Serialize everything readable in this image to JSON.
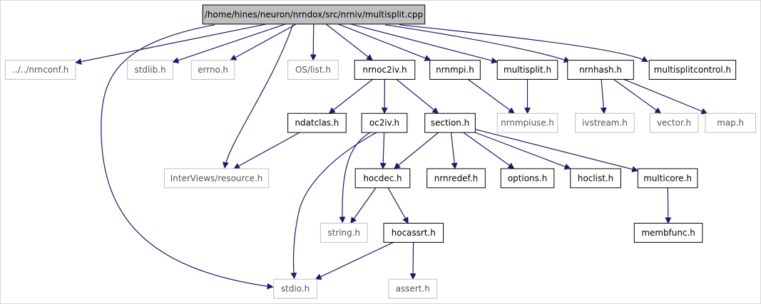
{
  "page": {
    "title": ""
  },
  "colors": {
    "background": "#ffffff",
    "edge": "#191970",
    "internal_border": "#000000",
    "external_border": "#bfbfbf",
    "root_fill": "#bfbfbf",
    "internal_text": "#000000",
    "external_text": "#555555"
  },
  "nodes": [
    {
      "id": "root",
      "label": "/home/hines/neuron/nrndox/src/nrniv/multisplit.cpp",
      "kind": "root"
    },
    {
      "id": "nrnconf",
      "label": "../../nrnconf.h",
      "kind": "external"
    },
    {
      "id": "stdlib",
      "label": "stdlib.h",
      "kind": "external"
    },
    {
      "id": "errno",
      "label": "errno.h",
      "kind": "external"
    },
    {
      "id": "oslist",
      "label": "OS/list.h",
      "kind": "external"
    },
    {
      "id": "nrnoc2iv",
      "label": "nrnoc2iv.h",
      "kind": "internal"
    },
    {
      "id": "nrnmpi",
      "label": "nrnmpi.h",
      "kind": "internal"
    },
    {
      "id": "multisplit",
      "label": "multisplit.h",
      "kind": "internal"
    },
    {
      "id": "nrnhash",
      "label": "nrnhash.h",
      "kind": "internal"
    },
    {
      "id": "msctl",
      "label": "multisplitcontrol.h",
      "kind": "internal"
    },
    {
      "id": "ndatclas",
      "label": "ndatclas.h",
      "kind": "internal"
    },
    {
      "id": "oc2iv",
      "label": "oc2iv.h",
      "kind": "internal"
    },
    {
      "id": "section",
      "label": "section.h",
      "kind": "internal"
    },
    {
      "id": "nrnmpiuse",
      "label": "nrnmpiuse.h",
      "kind": "external"
    },
    {
      "id": "ivstream",
      "label": "ivstream.h",
      "kind": "external"
    },
    {
      "id": "vector",
      "label": "vector.h",
      "kind": "external"
    },
    {
      "id": "map",
      "label": "map.h",
      "kind": "external"
    },
    {
      "id": "ivresource",
      "label": "InterViews/resource.h",
      "kind": "external"
    },
    {
      "id": "hocdec",
      "label": "hocdec.h",
      "kind": "internal"
    },
    {
      "id": "nrnredef",
      "label": "nrnredef.h",
      "kind": "internal"
    },
    {
      "id": "options",
      "label": "options.h",
      "kind": "internal"
    },
    {
      "id": "hoclist",
      "label": "hoclist.h",
      "kind": "internal"
    },
    {
      "id": "multicore",
      "label": "multicore.h",
      "kind": "internal"
    },
    {
      "id": "string",
      "label": "string.h",
      "kind": "external"
    },
    {
      "id": "hocassrt",
      "label": "hocassrt.h",
      "kind": "internal"
    },
    {
      "id": "membfunc",
      "label": "membfunc.h",
      "kind": "internal"
    },
    {
      "id": "stdio",
      "label": "stdio.h",
      "kind": "external"
    },
    {
      "id": "assert",
      "label": "assert.h",
      "kind": "external"
    }
  ],
  "edges": [
    {
      "from": "root",
      "to": "nrnconf"
    },
    {
      "from": "root",
      "to": "stdlib"
    },
    {
      "from": "root",
      "to": "errno"
    },
    {
      "from": "root",
      "to": "oslist"
    },
    {
      "from": "root",
      "to": "nrnoc2iv"
    },
    {
      "from": "root",
      "to": "nrnmpi"
    },
    {
      "from": "root",
      "to": "multisplit"
    },
    {
      "from": "root",
      "to": "nrnhash"
    },
    {
      "from": "root",
      "to": "msctl"
    },
    {
      "from": "root",
      "to": "ivresource"
    },
    {
      "from": "root",
      "to": "stdio"
    },
    {
      "from": "nrnoc2iv",
      "to": "ndatclas"
    },
    {
      "from": "nrnoc2iv",
      "to": "oc2iv"
    },
    {
      "from": "nrnoc2iv",
      "to": "section"
    },
    {
      "from": "nrnmpi",
      "to": "nrnmpiuse"
    },
    {
      "from": "multisplit",
      "to": "nrnmpiuse"
    },
    {
      "from": "nrnhash",
      "to": "ivstream"
    },
    {
      "from": "nrnhash",
      "to": "vector"
    },
    {
      "from": "nrnhash",
      "to": "map"
    },
    {
      "from": "ndatclas",
      "to": "ivresource"
    },
    {
      "from": "oc2iv",
      "to": "hocdec"
    },
    {
      "from": "oc2iv",
      "to": "string"
    },
    {
      "from": "oc2iv",
      "to": "stdio"
    },
    {
      "from": "section",
      "to": "hocdec"
    },
    {
      "from": "section",
      "to": "nrnredef"
    },
    {
      "from": "section",
      "to": "options"
    },
    {
      "from": "section",
      "to": "hoclist"
    },
    {
      "from": "section",
      "to": "multicore"
    },
    {
      "from": "hocdec",
      "to": "string"
    },
    {
      "from": "hocdec",
      "to": "hocassrt"
    },
    {
      "from": "multicore",
      "to": "membfunc"
    },
    {
      "from": "hocassrt",
      "to": "stdio"
    },
    {
      "from": "hocassrt",
      "to": "assert"
    }
  ]
}
